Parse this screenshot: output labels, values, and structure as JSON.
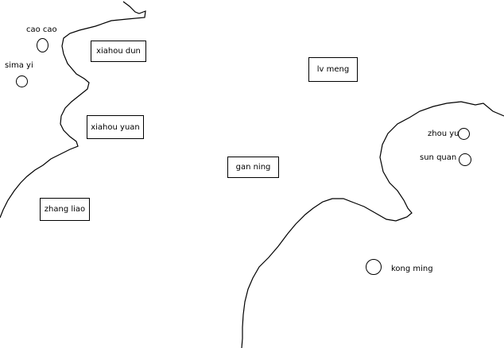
{
  "colors": {
    "background": "#ffffff",
    "ink": "#000000"
  },
  "boxes": {
    "xiahou_dun": "xiahou dun",
    "xiahou_yuan": "xiahou yuan",
    "zhang_liao": "zhang liao",
    "lv_meng": "lv meng",
    "gan_ning": "gan ning"
  },
  "circles": {
    "cao_cao": "cao cao",
    "sima_yi": "sima yi",
    "zhou_yu": "zhou yu",
    "sun_quan": "sun quan",
    "kong_ming": "kong ming"
  }
}
